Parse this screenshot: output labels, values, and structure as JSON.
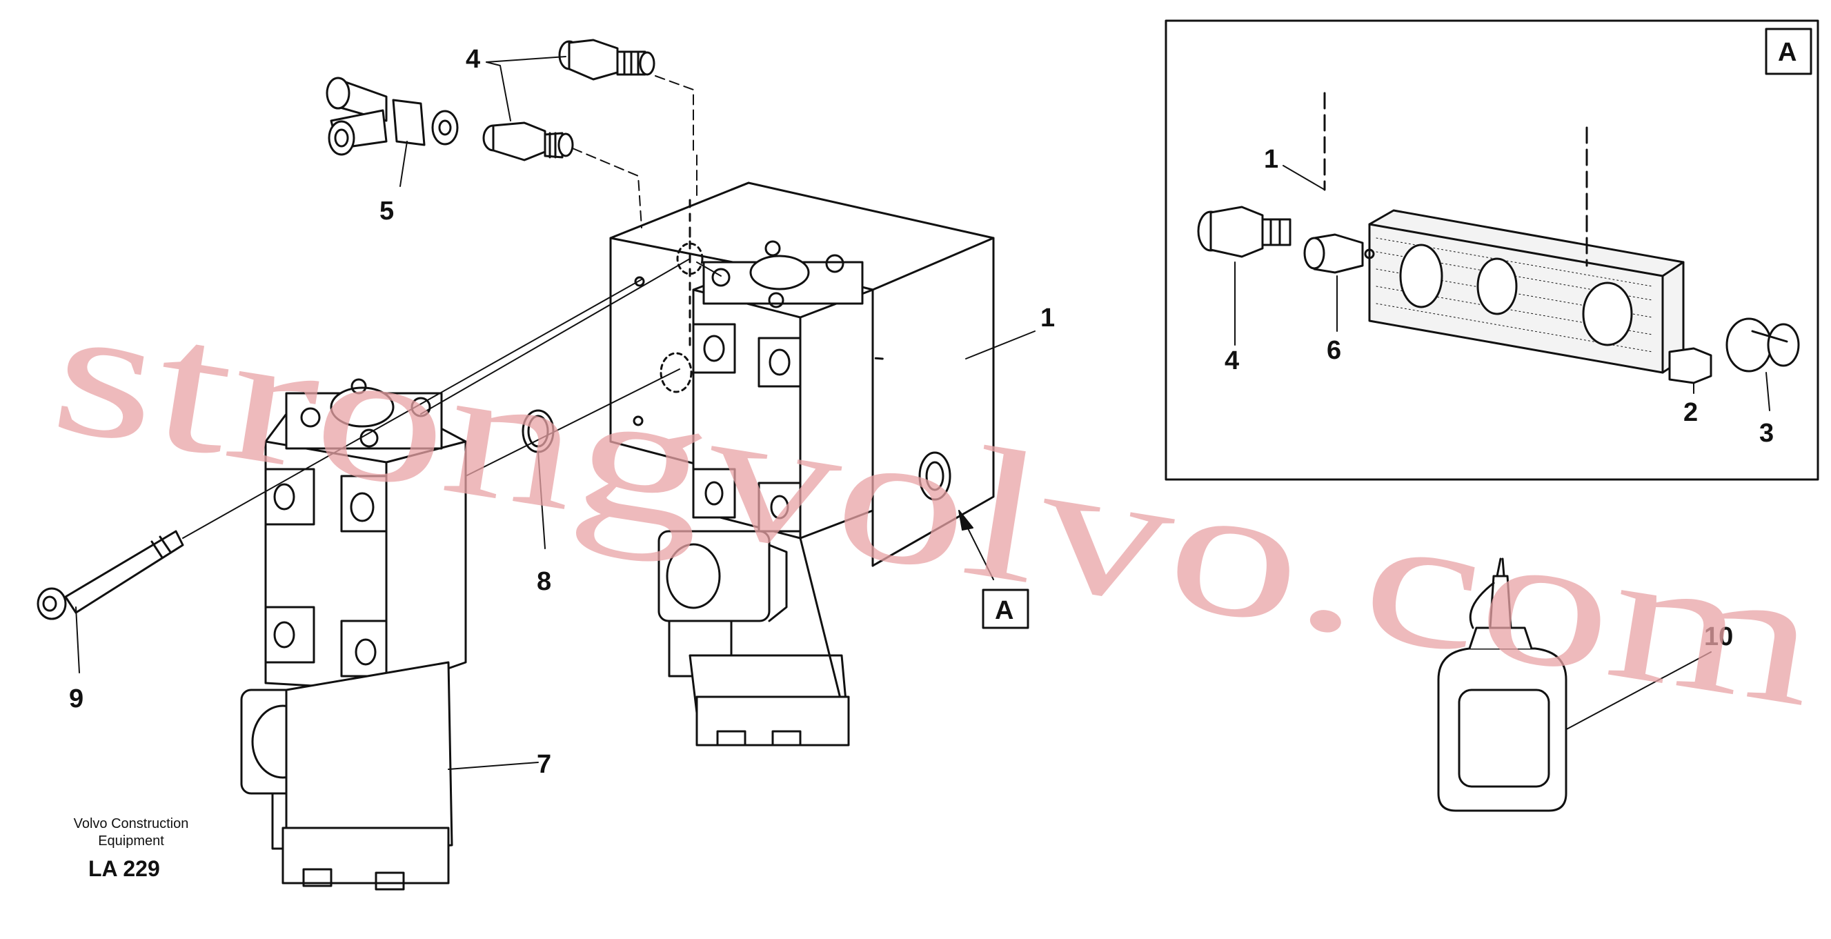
{
  "labels": {
    "l1": "1",
    "l4": "4",
    "l5": "5",
    "l7": "7",
    "l8": "8",
    "l9": "9",
    "l10": "10",
    "view_a": "A"
  },
  "detail": {
    "title": "A",
    "l1": "1",
    "l2": "2",
    "l3": "3",
    "l4": "4",
    "l6": "6"
  },
  "caption": {
    "line1": "Volvo Construction",
    "line2": "Equipment",
    "code": "LA 229"
  },
  "watermark": "strongvolvo.com"
}
